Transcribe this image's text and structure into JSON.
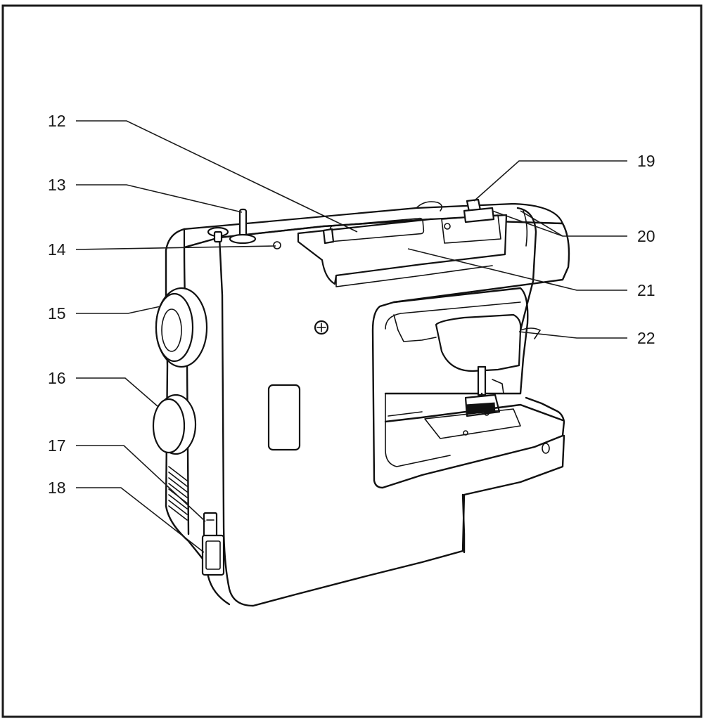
{
  "colors": {
    "frame": "#1a1a1a",
    "ink": "#111111",
    "paper": "#ffffff"
  },
  "callouts": [
    {
      "id": "12",
      "label": "12"
    },
    {
      "id": "13",
      "label": "13"
    },
    {
      "id": "14",
      "label": "14"
    },
    {
      "id": "15",
      "label": "15"
    },
    {
      "id": "16",
      "label": "16"
    },
    {
      "id": "17",
      "label": "17"
    },
    {
      "id": "18",
      "label": "18"
    },
    {
      "id": "19",
      "label": "19"
    },
    {
      "id": "20",
      "label": "20"
    },
    {
      "id": "21",
      "label": "21"
    },
    {
      "id": "22",
      "label": "22"
    }
  ]
}
